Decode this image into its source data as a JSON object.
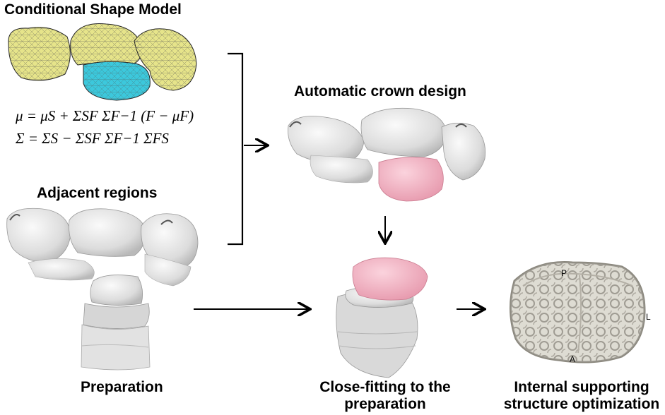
{
  "labels": {
    "conditional_shape_model": "Conditional Shape Model",
    "automatic_crown_design": "Automatic crown design",
    "adjacent_regions": "Adjacent regions",
    "preparation": "Preparation",
    "close_fitting_line1": "Close-fitting to the",
    "close_fitting_line2": "preparation",
    "internal_support_line1": "Internal supporting",
    "internal_support_line2": "structure optimization"
  },
  "equations": {
    "mu": "μ = μS + ΣSF ΣF−1 (F − μF)",
    "sigma": "Σ = ΣS − ΣSF ΣF−1 ΣFS"
  },
  "orientation_marks": {
    "p": "P",
    "l": "L",
    "a": "A"
  },
  "colors": {
    "shape_model_teeth": "#e6e48a",
    "shape_model_target": "#3cc8dc",
    "crown": "#f2b5c4",
    "tooth_gray": "#e6e6e6",
    "lattice": "#cfcbbf"
  }
}
